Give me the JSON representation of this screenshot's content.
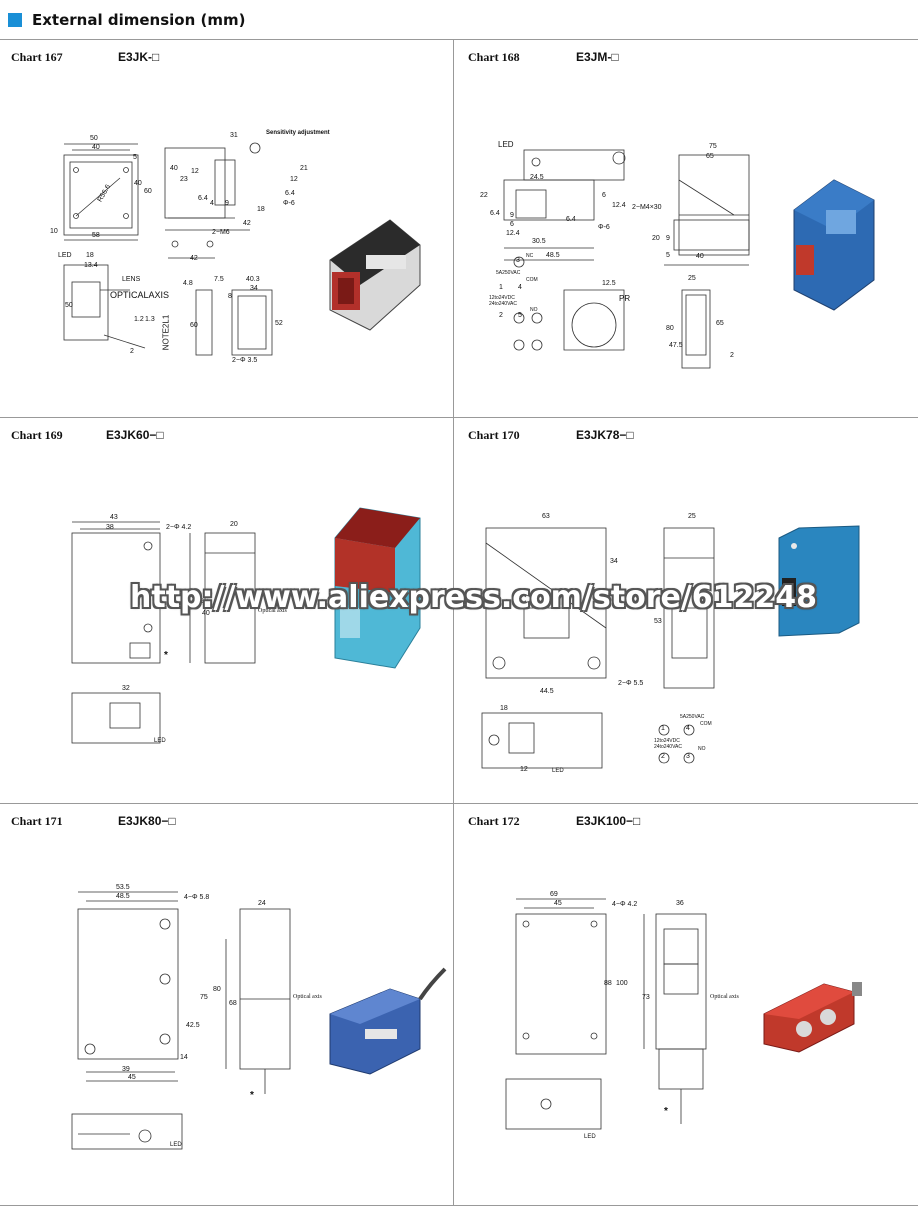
{
  "header": {
    "title": "External dimension (mm)"
  },
  "charts": [
    {
      "num": "Chart 167",
      "model": "E3JK-□",
      "labels": {
        "w50": "50",
        "w40": "40",
        "r56": "R56.6",
        "h40": "40",
        "h60": "60",
        "h5": "5",
        "w58": "58",
        "w10": "10",
        "w31": "31",
        "sens": "Sensitivity adjustment",
        "v40": "40",
        "v12": "12",
        "v23": "23",
        "v64": "6.4",
        "v4": "4",
        "v9": "9",
        "v18": "18",
        "v21": "21",
        "v12b": "12",
        "v64b": "6.4",
        "phi6": "Φ-6",
        "w42": "42",
        "m6": "2−M6",
        "w42b": "42",
        "led": "LED",
        "l18": "18",
        "l134": "13.4",
        "lens": "LENS",
        "optax": "OPTICALAXIS",
        "l50": "50",
        "l12": "1.2",
        "l13": "1.3",
        "note": "NOTE2L1",
        "l2": "2",
        "l48": "4.8",
        "l75": "7.5",
        "l403": "40.3",
        "l34": "34",
        "l8": "8",
        "l60": "60",
        "l52": "52",
        "l35": "2−Φ 3.5"
      }
    },
    {
      "num": "Chart 168",
      "model": "E3JM-□",
      "labels": {
        "led": "LED",
        "w245": "24.5",
        "v22": "22",
        "v6": "6",
        "v124": "12.4",
        "v64": "6.4",
        "v9": "9",
        "v6b": "6",
        "v124b": "12.4",
        "v64b": "6.4",
        "phi6": "Φ-6",
        "w305": "30.5",
        "w485": "48.5",
        "w75": "75",
        "w65": "65",
        "m4": "2−M4×30",
        "v20": "20",
        "v9b": "9",
        "v5": "5",
        "v40": "40",
        "t3": "3",
        "nc": "NC",
        "rating": "5A250VAC",
        "t1": "1",
        "t4": "4",
        "com": "COM",
        "dc": "12to24VDC",
        "ac": "24to240VAC",
        "t2": "2",
        "t5": "5",
        "no": "NO",
        "w125": "12.5",
        "pr": "PR",
        "w25": "25",
        "v80": "80",
        "v65": "65",
        "v475": "47.5",
        "v2": "2"
      }
    },
    {
      "num": "Chart 169",
      "model": "E3JK60−□",
      "labels": {
        "w43": "43",
        "w38": "38",
        "phi42": "2−Φ 4.2",
        "w20": "20",
        "v55": "55",
        "v40": "40",
        "optax": "Optical axis",
        "star": "*",
        "w32": "32",
        "led": "LED"
      }
    },
    {
      "num": "Chart 170",
      "model": "E3JK78−□",
      "labels": {
        "w63": "63",
        "v34": "34",
        "w25": "25",
        "v53": "53",
        "w445": "44.5",
        "phi55": "2−Φ 5.5",
        "w18": "18",
        "w12": "12",
        "led": "LED",
        "rating": "5A250VAC",
        "com": "COM",
        "t1": "1",
        "t4": "4",
        "dc": "12to24VDC",
        "ac": "24to240VAC",
        "no": "NO",
        "t2": "2",
        "t3": "3"
      }
    },
    {
      "num": "Chart 171",
      "model": "E3JK80−□",
      "labels": {
        "w535": "53.5",
        "w485": "48.5",
        "phi58": "4−Φ 5.8",
        "w24": "24",
        "v75": "75",
        "v80": "80",
        "v68": "68",
        "v425": "42.5",
        "v14": "14",
        "w39": "39",
        "w45": "45",
        "optax": "Optical axis",
        "star": "*",
        "led": "LED"
      }
    },
    {
      "num": "Chart 172",
      "model": "E3JK100−□",
      "labels": {
        "w69": "69",
        "w45": "45",
        "phi42": "4−Φ 4.2",
        "w36": "36",
        "v88": "88",
        "v100": "100",
        "v73": "73",
        "optax": "Optical axis",
        "star": "*",
        "led": "LED"
      }
    }
  ],
  "watermark": "http://www.aliexpress.com/store/612248",
  "colors": {
    "accent": "#1a8fd6",
    "line": "#333333",
    "sensor_red": "#c0392b",
    "sensor_blue": "#2d6ab3",
    "sensor_teal": "#4fb8d6"
  }
}
